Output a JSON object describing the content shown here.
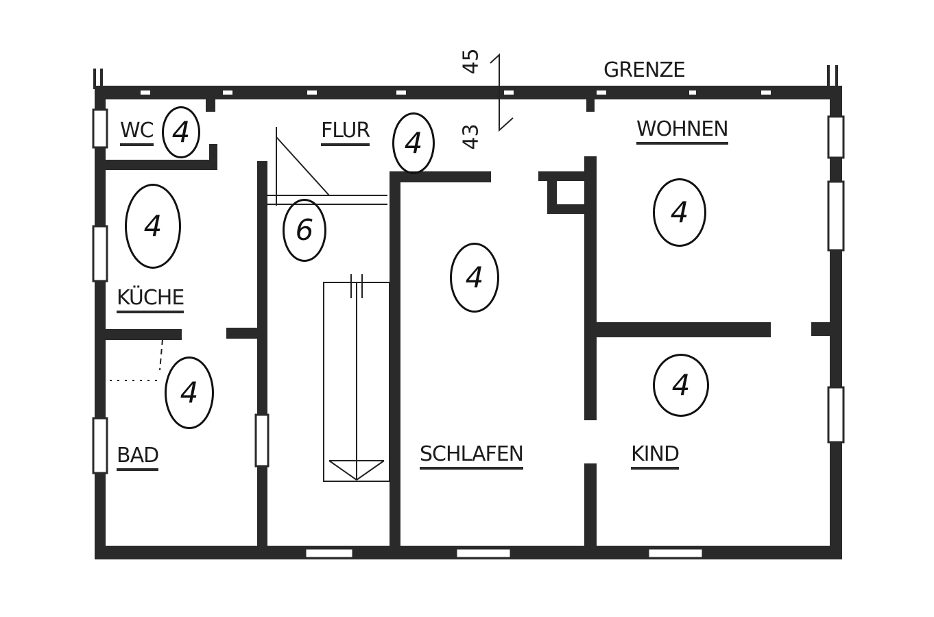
{
  "plan": {
    "boundary_label": "GRENZE",
    "dimensions": {
      "upper": "45",
      "lower": "43"
    },
    "rooms": [
      {
        "name": "WC",
        "label": "WC",
        "marker": "4"
      },
      {
        "name": "KUECHE",
        "label": "KÜCHE",
        "marker": "4"
      },
      {
        "name": "BAD",
        "label": "BAD",
        "marker": "4"
      },
      {
        "name": "FLUR",
        "label": "FLUR",
        "marker": "4"
      },
      {
        "name": "STAIRS",
        "label": "",
        "marker": "6"
      },
      {
        "name": "SCHLAFEN",
        "label": "SCHLAFEN",
        "marker": "4"
      },
      {
        "name": "WOHNEN",
        "label": "WOHNEN",
        "marker": "4"
      },
      {
        "name": "KIND",
        "label": "KIND",
        "marker": "4"
      }
    ],
    "colors": {
      "wall": "#2a2a2a",
      "paper": "#ffffff",
      "ink": "#111111"
    }
  }
}
